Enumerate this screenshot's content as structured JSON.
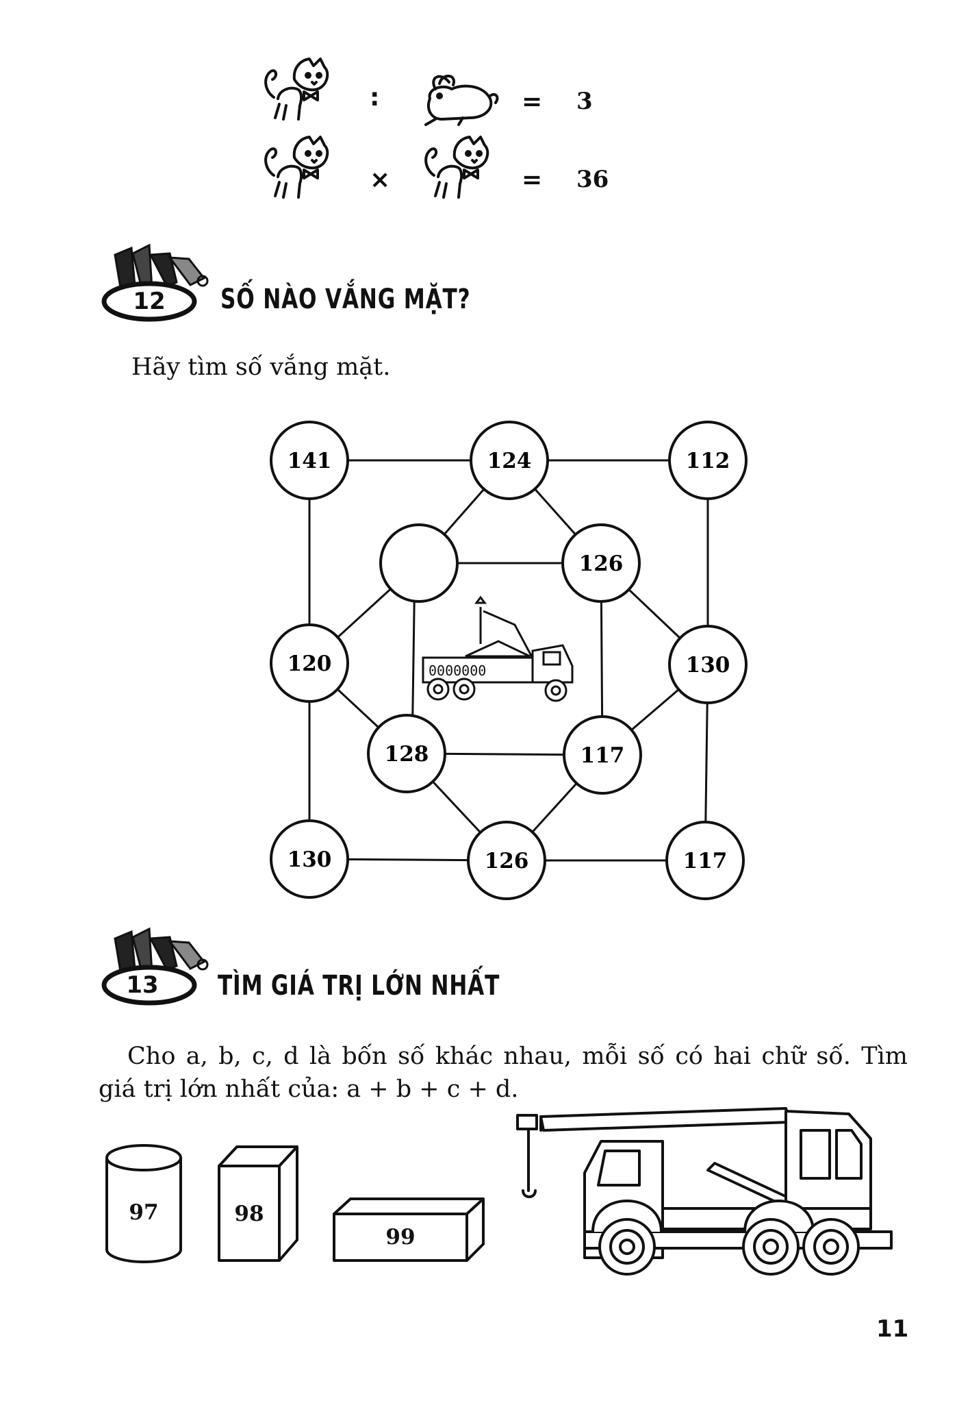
{
  "equations": [
    {
      "left_icon": "cat-icon",
      "operator": ":",
      "right_icon": "rabbit-icon",
      "equals": "=",
      "result": "3"
    },
    {
      "left_icon": "cat-icon",
      "operator": "×",
      "right_icon": "cat-icon",
      "equals": "=",
      "result": "36"
    }
  ],
  "section12": {
    "number": "12",
    "title": "SỐ NÀO VẮNG MẶT?",
    "instruction": "Hãy tìm số vắng mặt."
  },
  "graph": {
    "nodes": {
      "tl": "141",
      "tm": "124",
      "tr": "112",
      "il": "",
      "ir": "126",
      "ml": "120",
      "mr": "130",
      "bl_in": "128",
      "br_in": "117",
      "bl": "130",
      "bm": "126",
      "br": "117"
    }
  },
  "section13": {
    "number": "13",
    "title": "TÌM GIÁ TRỊ LỚN NHẤT",
    "line1": "Cho a, b, c, d là bốn số khác nhau, mỗi số có hai chữ số. Tìm",
    "line2": "giá trị lớn nhất của: a + b + c + d."
  },
  "shapes": {
    "cylinder": "97",
    "cube": "98",
    "box": "99"
  },
  "page_number": "11"
}
